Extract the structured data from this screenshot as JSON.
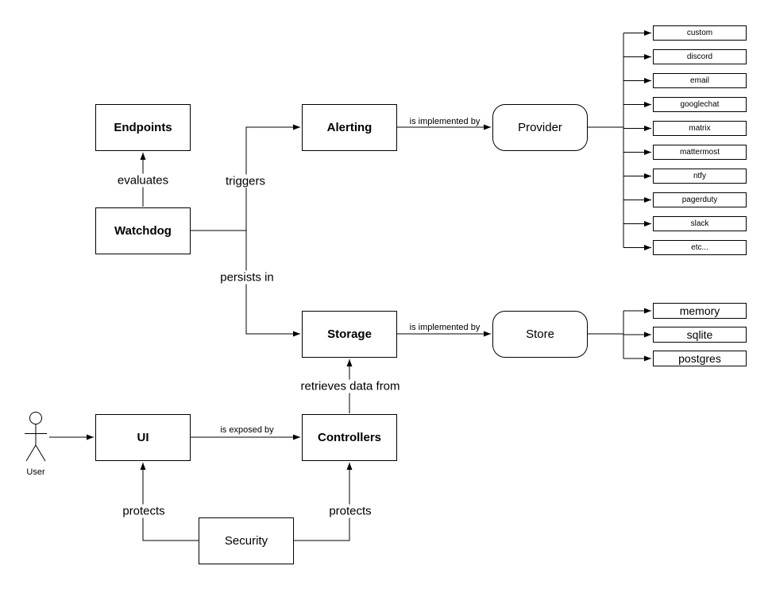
{
  "nodes": {
    "endpoints": {
      "label": "Endpoints"
    },
    "watchdog": {
      "label": "Watchdog"
    },
    "alerting": {
      "label": "Alerting"
    },
    "provider": {
      "label": "Provider"
    },
    "storage": {
      "label": "Storage"
    },
    "store": {
      "label": "Store"
    },
    "ui": {
      "label": "UI"
    },
    "controllers": {
      "label": "Controllers"
    },
    "security": {
      "label": "Security"
    }
  },
  "actor": {
    "label": "User"
  },
  "edge_labels": {
    "evaluates": "evaluates",
    "triggers": "triggers",
    "persists_in": "persists in",
    "alerting_implemented": "is implemented by",
    "storage_implemented": "is implemented by",
    "retrieves": "retrieves data from",
    "exposed": "is exposed by",
    "protects_ui": "protects",
    "protects_controllers": "protects"
  },
  "providers": [
    "custom",
    "discord",
    "email",
    "googlechat",
    "matrix",
    "mattermost",
    "ntfy",
    "pagerduty",
    "slack",
    "etc..."
  ],
  "stores": [
    "memory",
    "sqlite",
    "postgres"
  ],
  "colors": {
    "line": "#000000",
    "fill": "#ffffff"
  }
}
